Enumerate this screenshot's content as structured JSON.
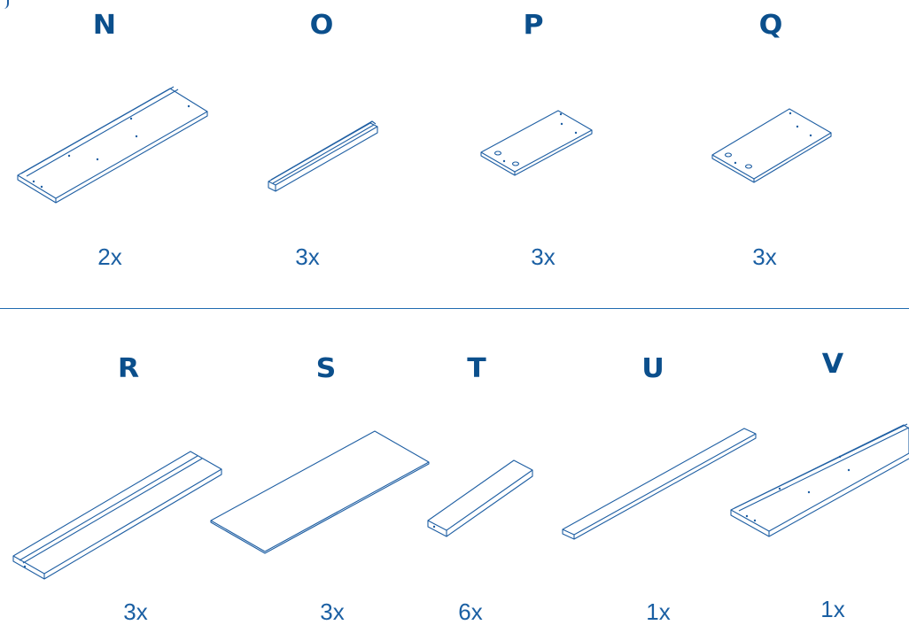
{
  "accent_color": "#1f5fa3",
  "top_row": [
    {
      "letter": "N",
      "quantity": "2x"
    },
    {
      "letter": "O",
      "quantity": "3x"
    },
    {
      "letter": "P",
      "quantity": "3x"
    },
    {
      "letter": "Q",
      "quantity": "3x"
    }
  ],
  "bottom_row": [
    {
      "letter": "R",
      "quantity": "3x"
    },
    {
      "letter": "S",
      "quantity": "3x"
    },
    {
      "letter": "T",
      "quantity": "6x"
    },
    {
      "letter": "U",
      "quantity": "1x"
    },
    {
      "letter": "V",
      "quantity": "1x"
    }
  ]
}
